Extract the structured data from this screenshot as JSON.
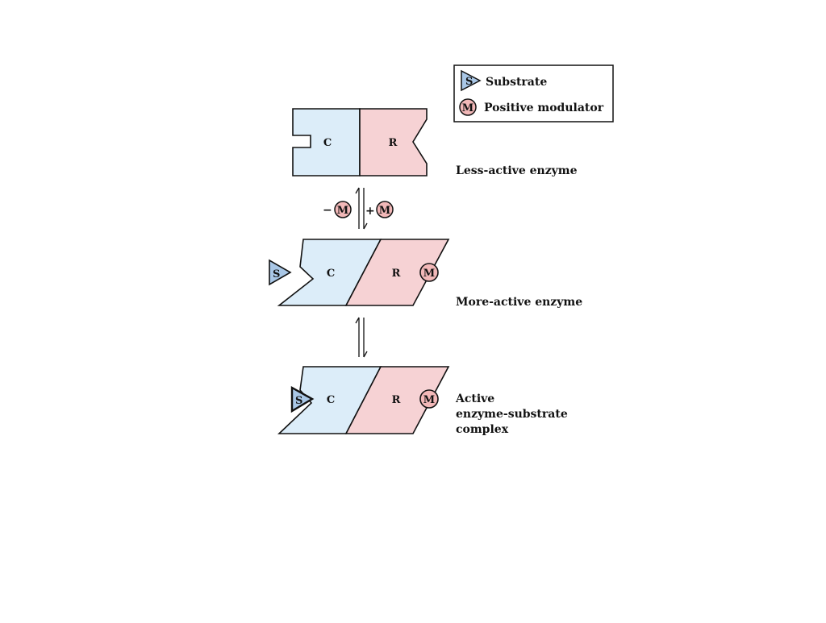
{
  "legend": {
    "substrate_symbol": "S",
    "substrate_label": "Substrate",
    "modulator_symbol": "M",
    "modulator_label": "Positive modulator"
  },
  "states": [
    {
      "label_lines": [
        "Less-active enzyme"
      ],
      "catalytic": "C",
      "regulatory": "R"
    },
    {
      "label_lines": [
        "More-active enzyme"
      ],
      "catalytic": "C",
      "regulatory": "R"
    },
    {
      "label_lines": [
        "Active",
        "enzyme-substrate",
        "complex"
      ],
      "catalytic": "C",
      "regulatory": "R"
    }
  ],
  "equilibrium_1": {
    "minus": "−",
    "plus": "+",
    "modulator_symbol": "M"
  },
  "substrate_symbol": "S",
  "modulator_symbol": "M",
  "colors": {
    "catalytic": "#dcedf9",
    "regulatory": "#f6d2d4",
    "substrate": "#a9c7e6",
    "modulator": "#f2b8b8",
    "outline": "#111111"
  }
}
